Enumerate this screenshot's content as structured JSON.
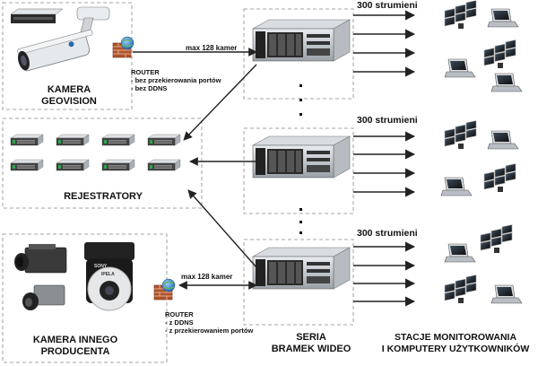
{
  "camera_geovision": {
    "title_line1": "KAMERA",
    "title_line2": "GEOVISION"
  },
  "router_top": {
    "title": "ROUTER",
    "line1": "- bez przekierowania portów",
    "line2": "- bez DDNS"
  },
  "router_bottom": {
    "title": "ROUTER",
    "line1": "- z DDNS",
    "line2": "- z przekierowaniem portów"
  },
  "camera_other": {
    "title_line1": "KAMERA INNEGO",
    "title_line2": "PRODUCENTA"
  },
  "link_top": {
    "label": "max 128 kamer"
  },
  "link_bottom": {
    "label": "max 128 kamer"
  },
  "recorders": {
    "title": "REJESTRATORY"
  },
  "gateways": {
    "title_line1": "SERIA",
    "title_line2": "BRAMEK WIDEO"
  },
  "streams": [
    "300 strumieni",
    "300 strumieni",
    "300 strumieni"
  ],
  "stations": {
    "title_line1": "STACJE MONITOROWANIA",
    "title_line2": "I KOMPUTERY UŻYTKOWNIKÓW"
  },
  "camera_brand_text": "SONY",
  "camera_model_text": "IPELA",
  "colors": {
    "line": "#333333",
    "dashed": "#888888",
    "brick": "#b0532a",
    "globe": "#2f7fd0"
  }
}
